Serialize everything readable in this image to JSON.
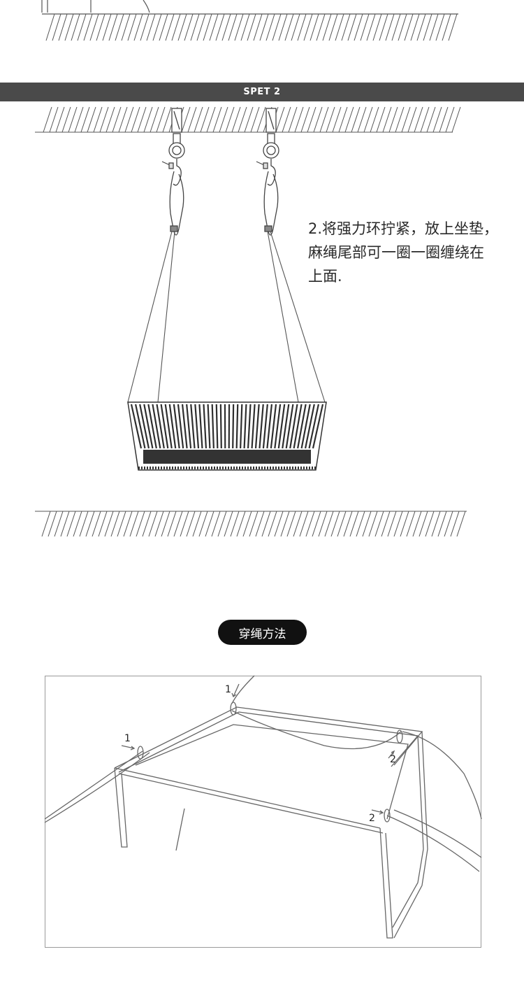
{
  "step": {
    "label": "SPET 2"
  },
  "instruction": {
    "lines": [
      "2.将强力环拧紧，放上坐垫，",
      "麻绳尾部可一圈一圈缠绕在",
      "上面."
    ]
  },
  "section": {
    "title": "穿绳方法"
  },
  "diagram": {
    "markers": [
      "1",
      "1",
      "2",
      "2"
    ]
  },
  "colors": {
    "line": "#555555",
    "bar": "#4a4a4a",
    "pill": "#111111",
    "seat": "#2e2e2e"
  }
}
